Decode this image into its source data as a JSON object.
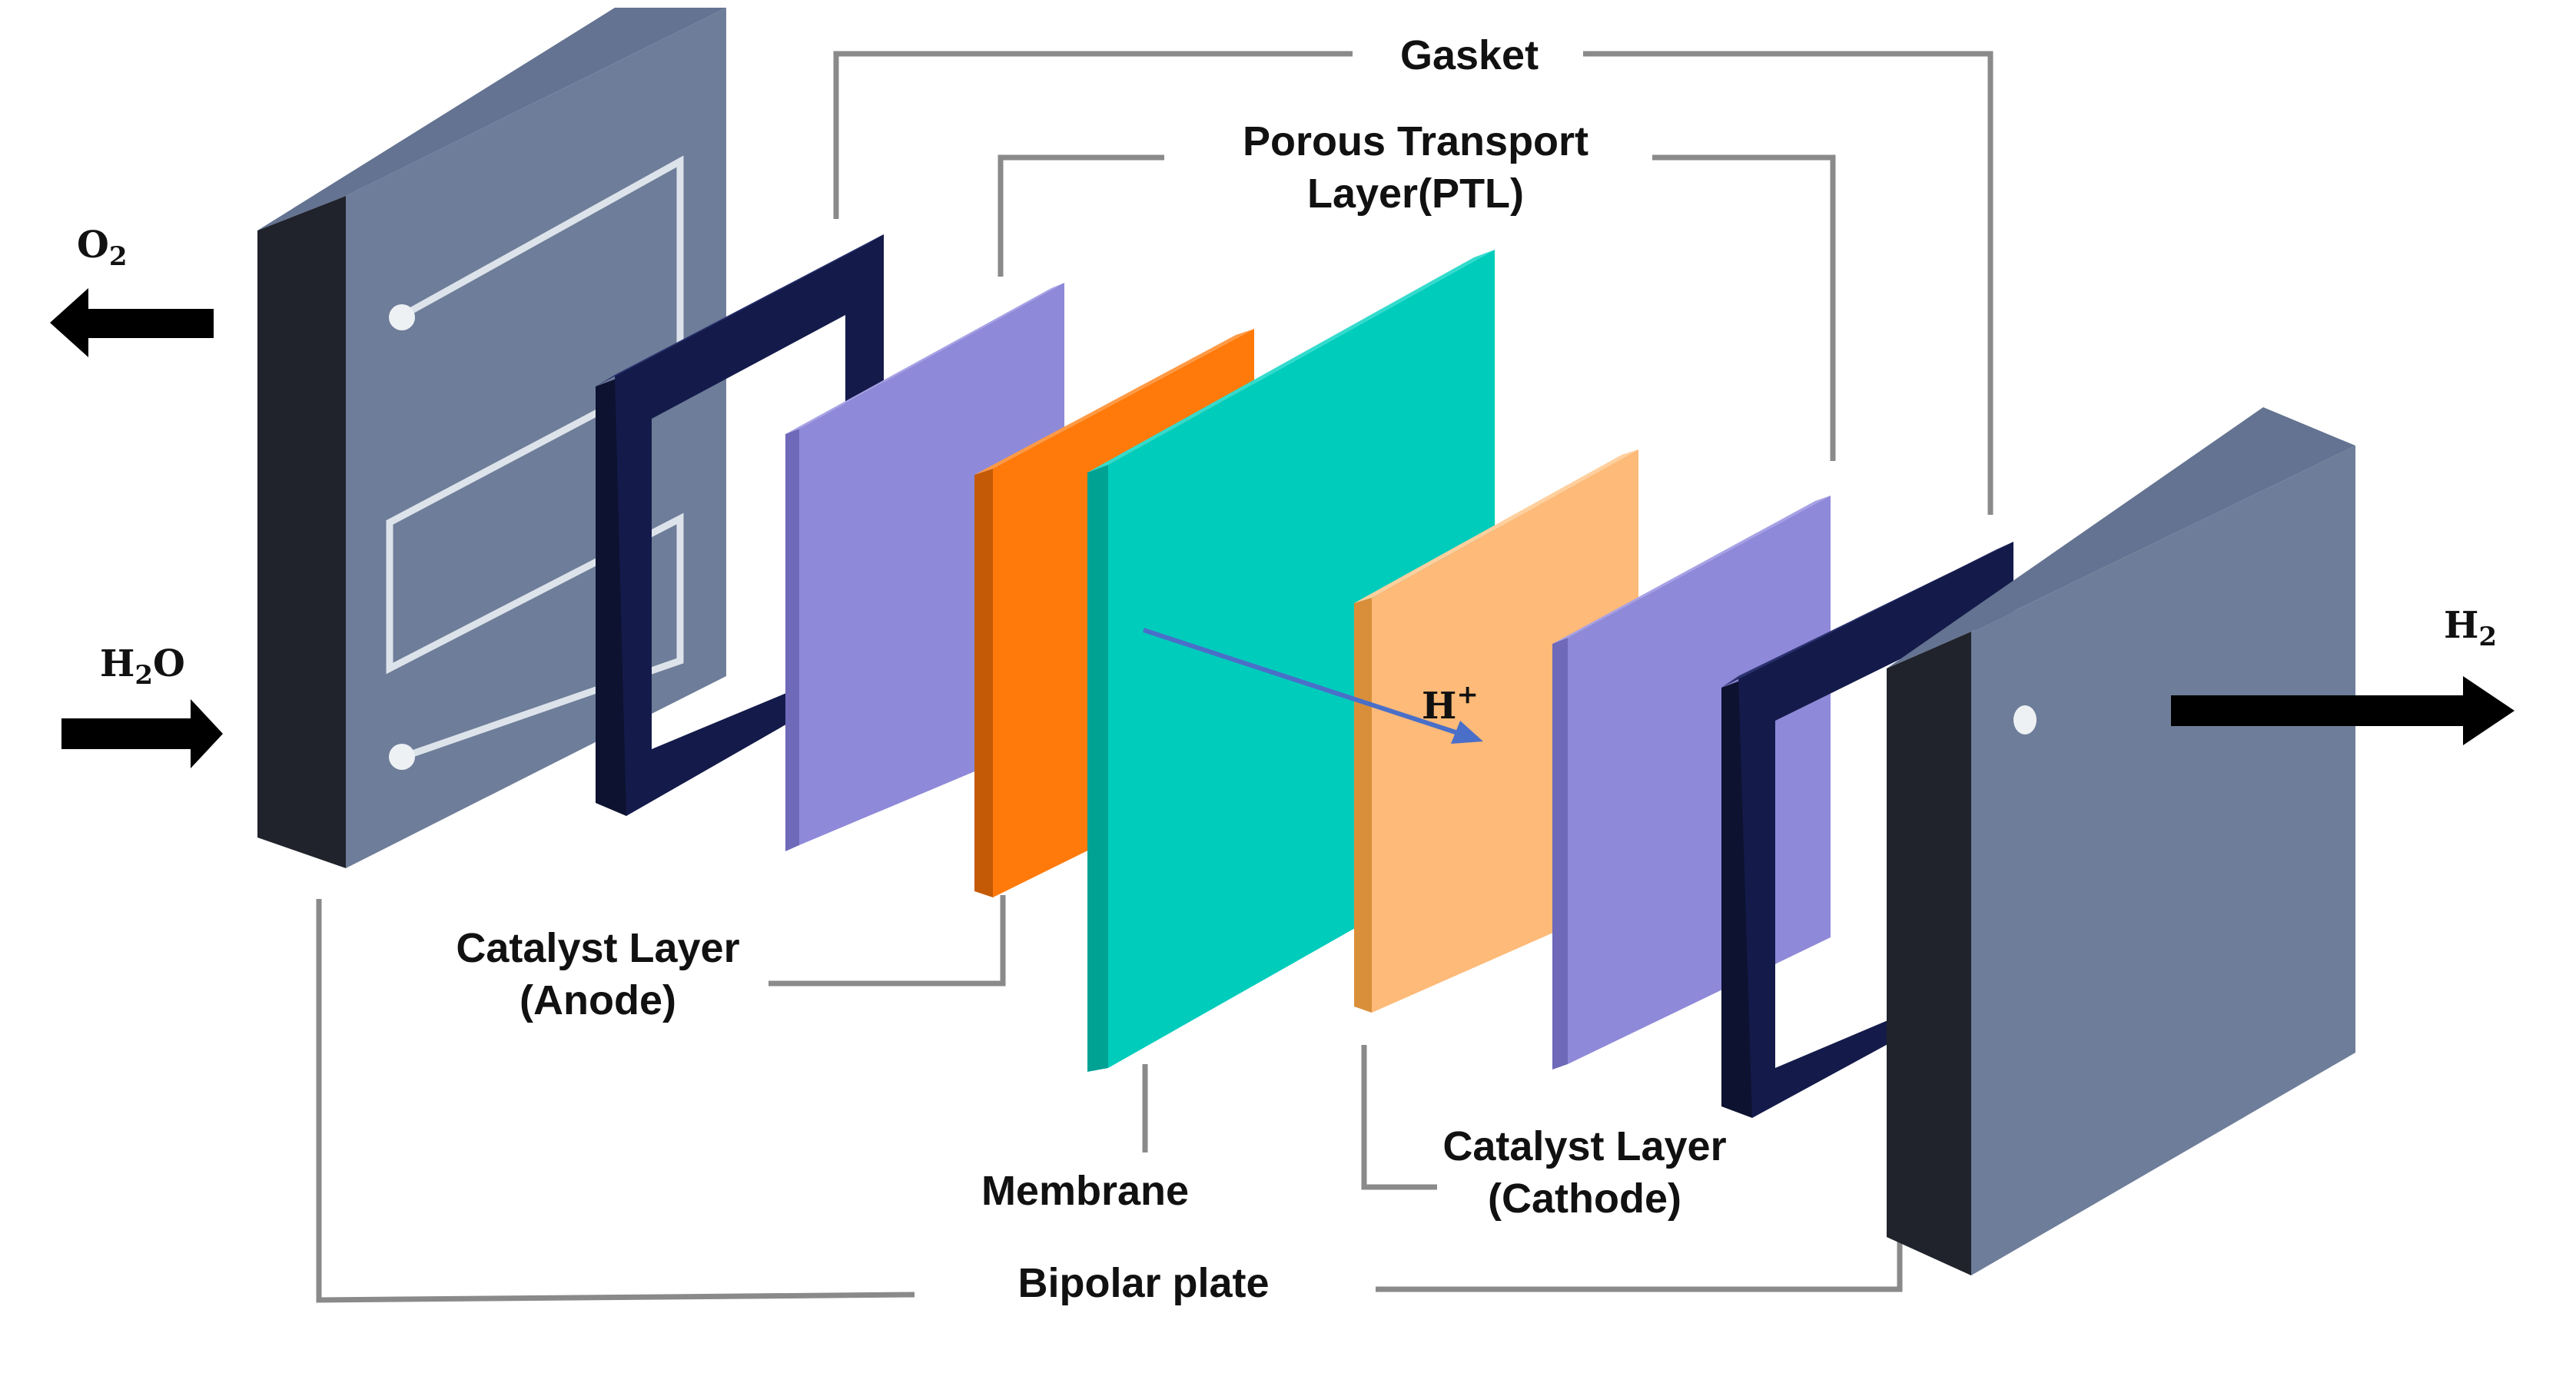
{
  "labels": {
    "gasket": "Gasket",
    "ptl_line1": "Porous Transport",
    "ptl_line2": "Layer(PTL)",
    "catalyst_anode_line1": "Catalyst Layer",
    "catalyst_anode_line2": "(Anode)",
    "membrane": "Membrane",
    "catalyst_cathode_line1": "Catalyst Layer",
    "catalyst_cathode_line2": "(Cathode)",
    "bipolar_plate": "Bipolar plate"
  },
  "species": {
    "o2": {
      "base": "O",
      "sub": "2"
    },
    "h2o": {
      "base": "H",
      "sub": "2",
      "tail": "O"
    },
    "h2": {
      "base": "H",
      "sub": "2"
    },
    "proton": {
      "base": "H",
      "sup": "+"
    }
  },
  "colors": {
    "plate_face": "#6e7d99",
    "plate_top": "#647391",
    "plate_side": "#20232b",
    "gasket": "#141b4a",
    "ptl": "#8e89d8",
    "catalyst_anode": "#ff7a0a",
    "membrane": "#00ccbc",
    "catalyst_cathode": "#fdba78",
    "arrow": "#000000",
    "proton_arrow": "#4a6fc8",
    "leader": "#8a8a8a"
  },
  "icons": {
    "flow_arrow": "arrow-icon",
    "proton_path": "arrow-icon"
  }
}
